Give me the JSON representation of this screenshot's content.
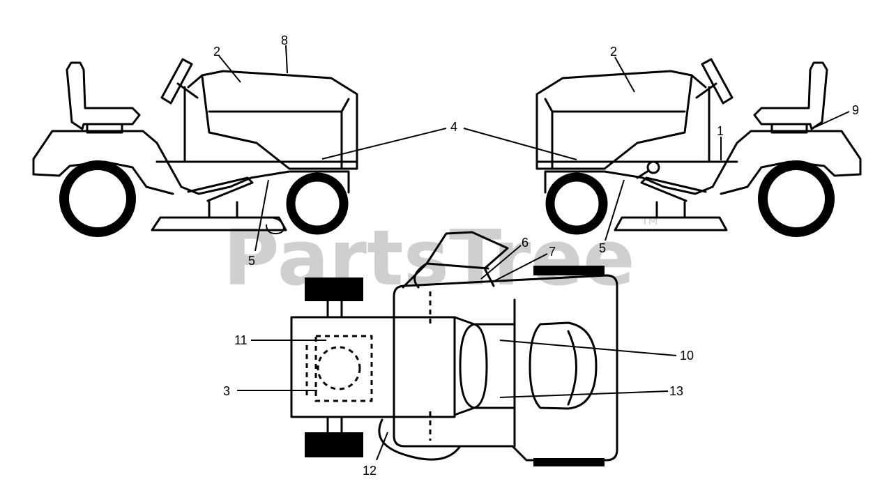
{
  "watermark": {
    "text": "PartsTree",
    "trademark": "TM"
  },
  "callouts": [
    "1",
    "2",
    "2",
    "3",
    "4",
    "5",
    "5",
    "6",
    "7",
    "8",
    "9",
    "10",
    "11",
    "12",
    "13"
  ]
}
